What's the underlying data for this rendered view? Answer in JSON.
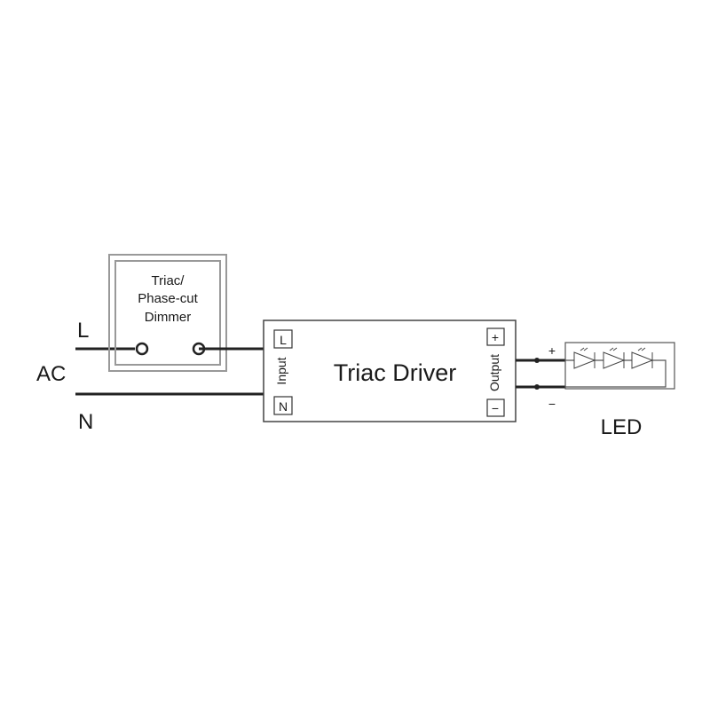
{
  "ac": {
    "label": "AC",
    "line_label": "L",
    "neutral_label": "N"
  },
  "dimmer": {
    "line1": "Triac/",
    "line2": "Phase-cut",
    "line3": "Dimmer"
  },
  "driver": {
    "title": "Triac Driver",
    "input_label": "Input",
    "output_label": "Output",
    "terminal_l": "L",
    "terminal_n": "N",
    "terminal_plus": "+",
    "terminal_minus": "−"
  },
  "led": {
    "label": "LED",
    "plus": "+",
    "minus": "−"
  }
}
